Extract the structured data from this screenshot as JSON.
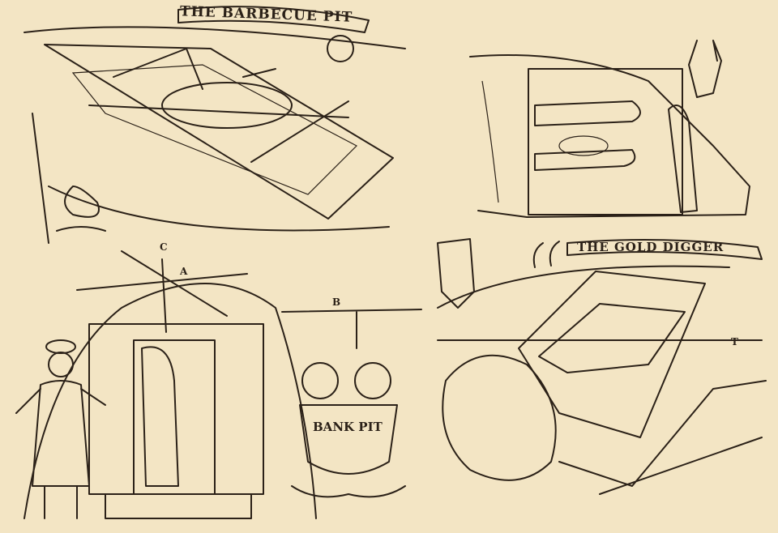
{
  "illustration": {
    "panels": [
      {
        "id": "barbecue-pit",
        "title": "THE BARBECUE PIT"
      },
      {
        "id": "oven-pit"
      },
      {
        "id": "bank-pit",
        "title": "BANK PIT",
        "markers": [
          "C",
          "A",
          "B"
        ]
      },
      {
        "id": "gold-digger",
        "title": "THE GOLD DIGGER",
        "markers": [
          "T"
        ]
      }
    ],
    "colors": {
      "paper": "#f3e5c4",
      "ink": "#2b2118"
    }
  }
}
